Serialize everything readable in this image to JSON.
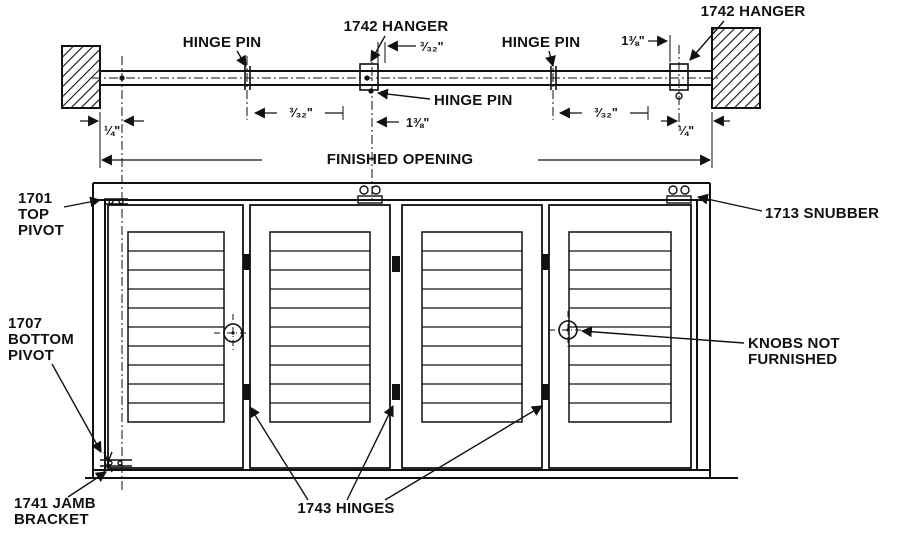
{
  "diagram_title": "Bifold door hardware installation diagram",
  "colors": {
    "ink": "#111111",
    "paper": "#ffffff"
  },
  "top_view": {
    "hinge_pin_label": "HINGE PIN",
    "hanger_label": "1742 HANGER",
    "dim_332": "³⁄₃₂\"",
    "dim_quarter": "¼\"",
    "dim_138": "1⅜\"",
    "finished_opening": "FINISHED OPENING"
  },
  "front_view": {
    "top_pivot": {
      "l1": "1701",
      "l2": "TOP",
      "l3": "PIVOT"
    },
    "bottom_pivot": {
      "l1": "1707",
      "l2": "BOTTOM",
      "l3": "PIVOT"
    },
    "jamb_bracket": {
      "l1": "1741 JAMB",
      "l2": "BRACKET"
    },
    "snubber": "1713 SNUBBER",
    "knobs": {
      "l1": "KNOBS NOT",
      "l2": "FURNISHED"
    },
    "hinges": "1743 HINGES"
  }
}
